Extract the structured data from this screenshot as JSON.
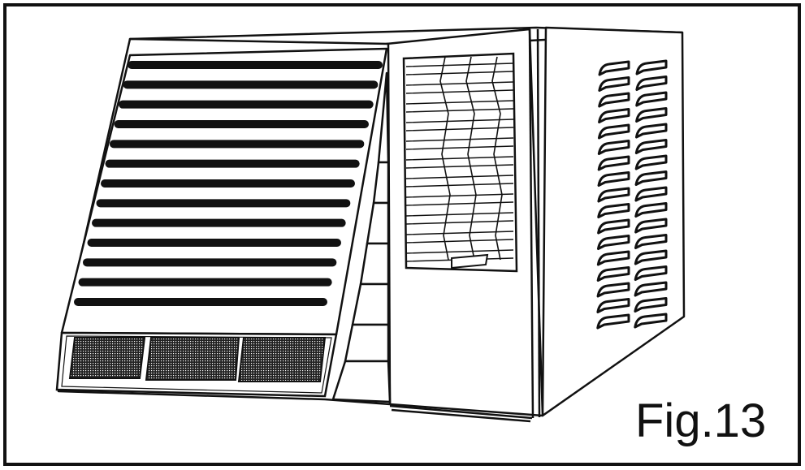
{
  "figure": {
    "caption": "Fig.13"
  },
  "illustration": {
    "subject": "window-air-conditioner",
    "front_grille_louvers": 13,
    "lower_filter_panels": 3,
    "side_vent_columns": 2,
    "side_vent_slots_per_column": 17,
    "line_color": "#111111",
    "background_color": "#ffffff"
  }
}
